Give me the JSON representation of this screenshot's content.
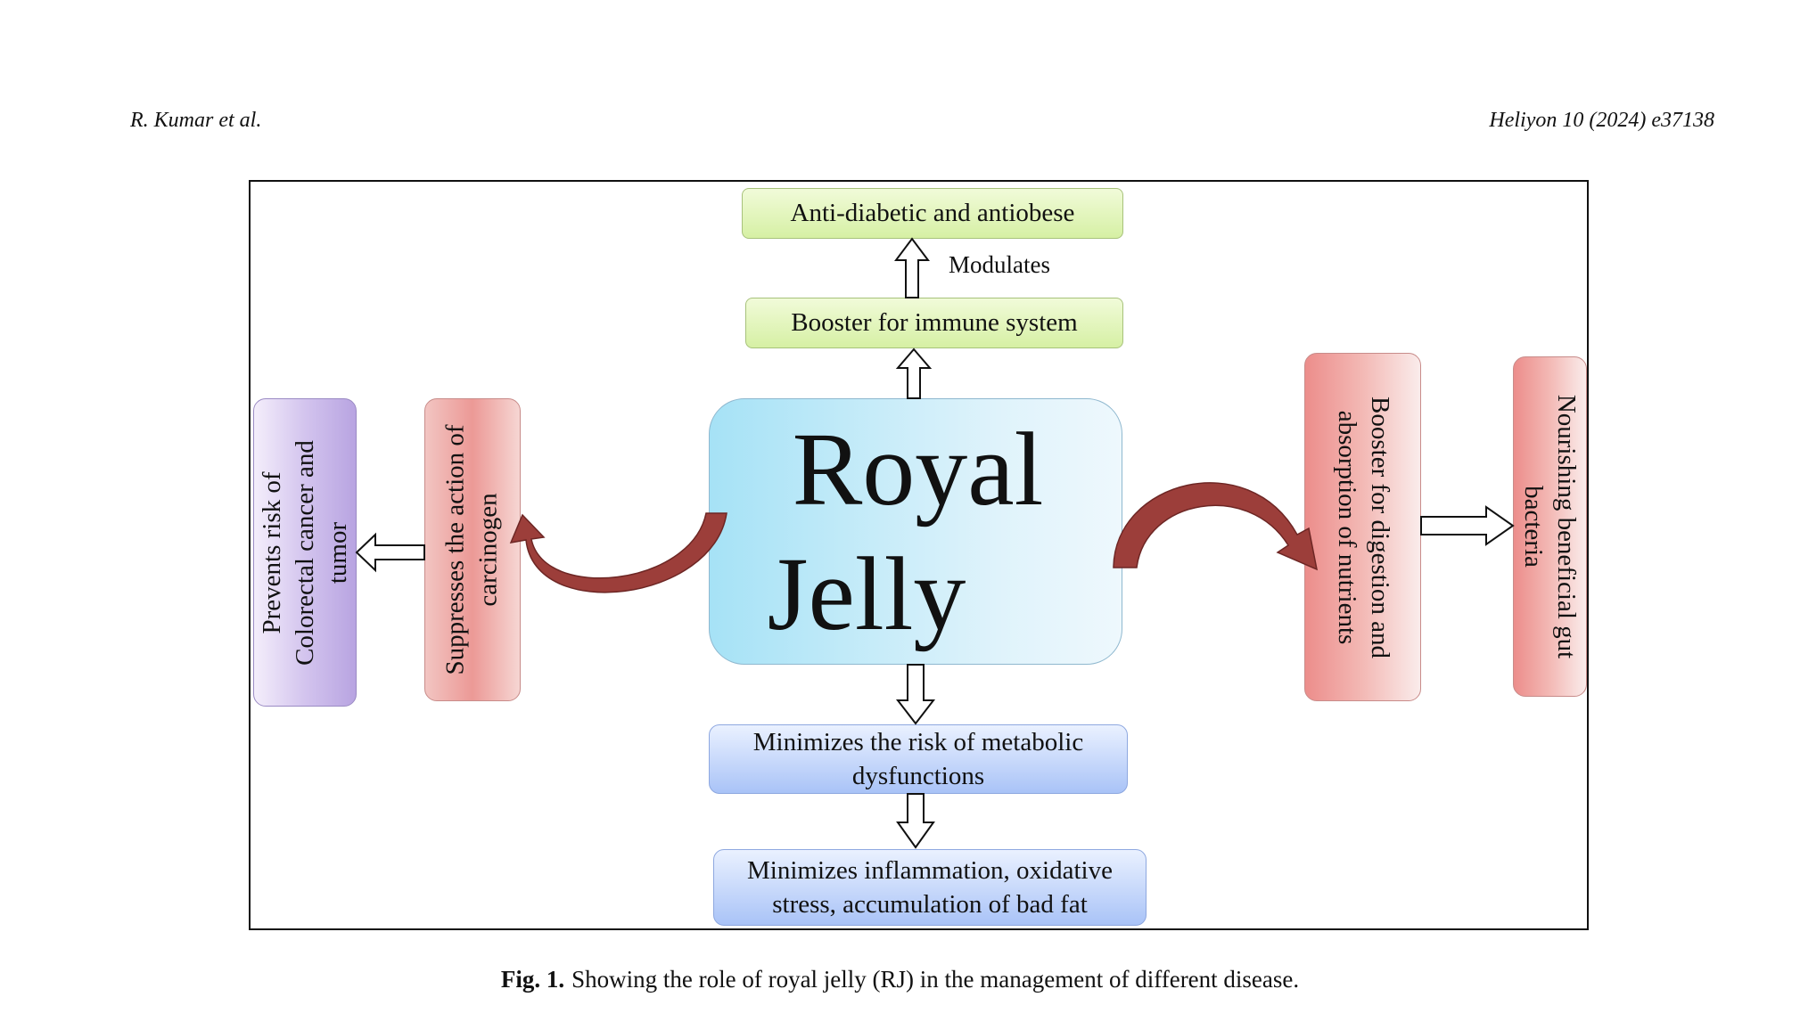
{
  "header": {
    "authors": "R. Kumar et al.",
    "journal": "Heliyon 10 (2024) e37138"
  },
  "diagram": {
    "center": {
      "line1": "Royal",
      "line2": "Jelly"
    },
    "top_box_1": "Anti-diabetic and antiobese",
    "top_label": "Modulates",
    "top_box_2": "Booster for immune system",
    "bottom_box_1": {
      "line1": "Minimizes the risk of metabolic",
      "line2": "dysfunctions"
    },
    "bottom_box_2": {
      "line1": "Minimizes inflammation, oxidative",
      "line2": "stress, accumulation of bad fat"
    },
    "left_box_outer": {
      "line1": "Prevents risk of",
      "line2": "Colorectal cancer and",
      "line3": "tumor"
    },
    "left_box_inner": {
      "line1": "Suppresses the action of",
      "line2": "carcinogen"
    },
    "right_box_inner": {
      "line1": "Booster for digestion and",
      "line2": "absorption of nutrients"
    },
    "right_box_outer": {
      "line1": "Nourishing beneficial gut",
      "line2": "bacteria"
    },
    "colors": {
      "green_box": "#d6f0a4",
      "blue_box": "#a9c3f7",
      "pink_box": "#ec9996",
      "purple_box": "#b8a4e1",
      "center_box": "#a6e2f6",
      "curved_arrow": "#9c3e3a"
    }
  },
  "caption": {
    "label": "Fig. 1.",
    "text": "Showing the role of royal jelly (RJ) in the management of different disease."
  }
}
